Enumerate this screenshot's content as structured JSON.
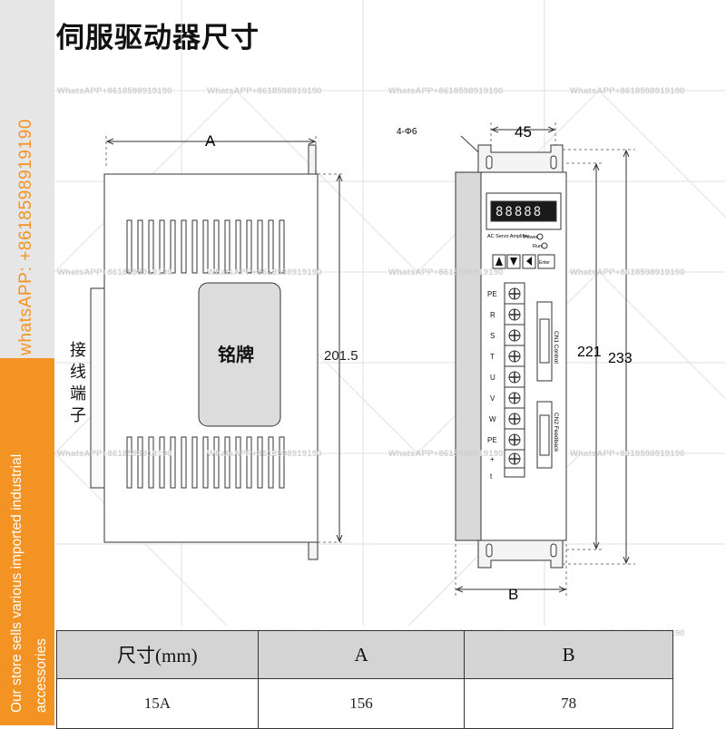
{
  "sidebar": {
    "phone_text": "whatsAPP: +8618598919190",
    "promo_line1": "Our store sells various imported industrial",
    "promo_line2": "accessories"
  },
  "title": "伺服驱动器尺寸",
  "watermark_text": "WhatsAPP+8618598919190",
  "side_view": {
    "dimension_a": "A",
    "height_label": "201.5",
    "nameplate": "铭牌",
    "terminal_label": [
      "接",
      "线",
      "端",
      "子"
    ]
  },
  "front_view": {
    "mount_hole_label": "4-Φ6",
    "width_top": "45",
    "height_inner": "221",
    "height_outer": "233",
    "width_bottom": "B",
    "panel_title": "AC Servo Amplifier",
    "power_label": "Power",
    "run_label": "Run",
    "enter_label": "Enter",
    "display_digits": "88888",
    "terminals": [
      "PE",
      "R",
      "S",
      "T",
      "U",
      "V",
      "W",
      "PE",
      "+",
      "t"
    ],
    "cn1_label": "CN1 Control",
    "cn2_label": "CN2 Feedback",
    "colors": {
      "panel": "#ffffff",
      "body": "#d9d9d9",
      "display": "#1a1a1a"
    }
  },
  "table": {
    "headers": [
      "尺寸(mm)",
      "A",
      "B"
    ],
    "rows": [
      [
        "15A",
        "156",
        "78"
      ]
    ]
  }
}
